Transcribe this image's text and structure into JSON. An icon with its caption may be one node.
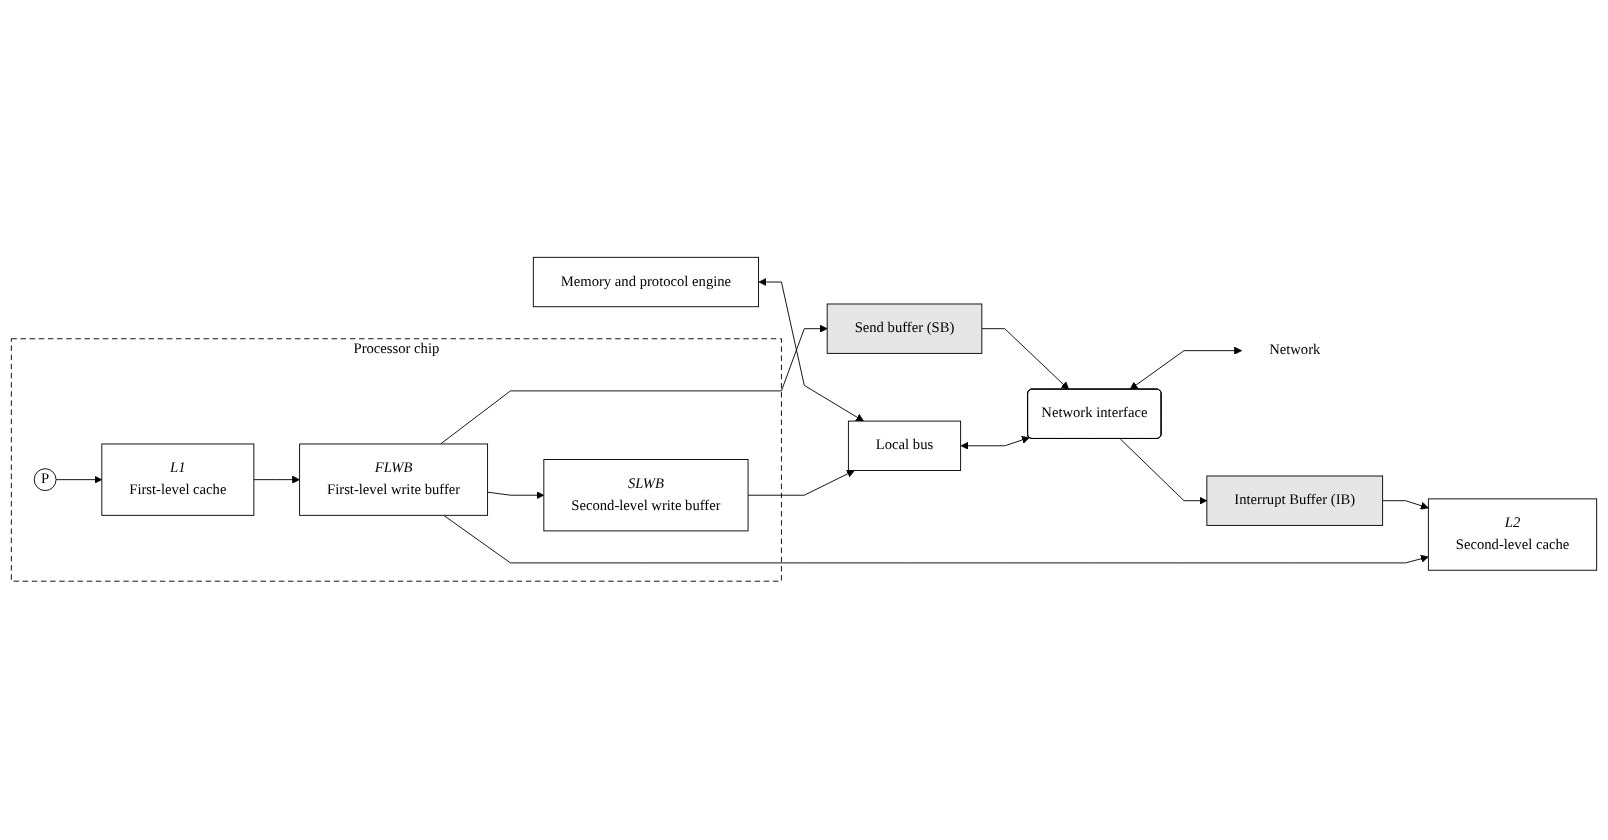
{
  "diagram": {
    "nodes": [
      {
        "text": [
          "Memory and protocol engine"
        ]
      },
      {
        "text": [
          "Local bus"
        ]
      },
      {
        "text": [
          "Network interface"
        ]
      },
      {
        "text": [
          "Network"
        ]
      },
      {
        "text": [
          "Processor chip"
        ]
      },
      {
        "text": [
          "P"
        ],
        "in": 4
      },
      {
        "text": [
          "L1",
          "First-level cache"
        ],
        "in": 4
      },
      {
        "text": [
          "FLWB",
          "First-level write buffer"
        ],
        "in": 4
      },
      {
        "text": [
          "SLWB",
          "Second-level write buffer"
        ],
        "in": 4
      },
      {
        "text": [
          "Interrupt Buffer (IB)"
        ]
      },
      {
        "text": [
          "Send buffer (SB)"
        ]
      },
      {
        "text": [
          "L2",
          "Second-level cache"
        ]
      }
    ],
    "edges": [
      {
        "from": 5,
        "to": 6,
        "arrow": "to"
      },
      {
        "from": 6,
        "to": 7,
        "arrow": "to"
      },
      {
        "from": 7,
        "to": 8,
        "arrow": "to"
      },
      {
        "from": 8,
        "to": 1,
        "arrow": "to"
      },
      {
        "from": 7,
        "to": 11,
        "arrow": "to"
      },
      {
        "from": 0,
        "to": 1,
        "arrow": "both"
      },
      {
        "from": 1,
        "to": 2,
        "arrow": "both"
      },
      {
        "from": 2,
        "to": 3,
        "arrow": "both"
      },
      {
        "from": 2,
        "to": 9,
        "arrow": "to"
      },
      {
        "from": 9,
        "to": 11,
        "arrow": "to"
      },
      {
        "from": 7,
        "to": 10,
        "arrow": "to"
      },
      {
        "from": 10,
        "to": 2,
        "arrow": "to"
      }
    ]
  }
}
